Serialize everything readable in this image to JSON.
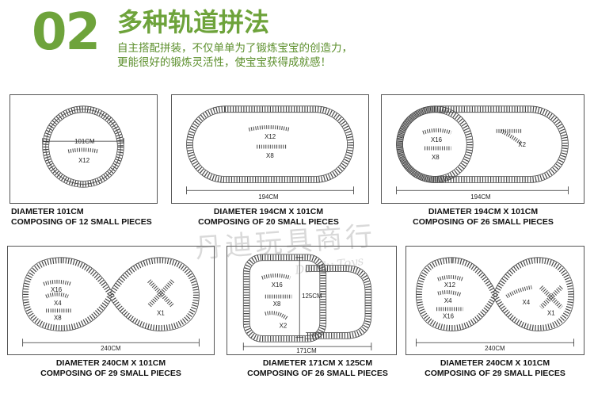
{
  "header": {
    "number": "02",
    "title": "多种轨道拼法",
    "subtitle_line1": "自主搭配拼装，不仅单单为了锻炼宝宝的创造力，",
    "subtitle_line2": "更能很好的锻炼灵活性，使宝宝获得成就感！"
  },
  "colors": {
    "accent": "#6ea33b",
    "accent_text": "#5c8f2c",
    "border": "#555555"
  },
  "layouts": [
    {
      "shape": "circle",
      "diameter_label": "DIAMETER 101CM",
      "pieces_label": "COMPOSING OF 12 SMALL PIECES",
      "dims": [
        "101CM"
      ],
      "tags": [
        "X12"
      ]
    },
    {
      "shape": "oval",
      "diameter_label": "DIAMETER 194CM X 101CM",
      "pieces_label": "COMPOSING OF 20 SMALL PIECES",
      "dims": [
        "194CM"
      ],
      "tags": [
        "X12",
        "X8"
      ]
    },
    {
      "shape": "oval-loop",
      "diameter_label": "DIAMETER 194CM X 101CM",
      "pieces_label": "COMPOSING OF 26 SMALL PIECES",
      "dims": [
        "194CM"
      ],
      "tags": [
        "X16",
        "X8",
        "X2"
      ]
    },
    {
      "shape": "figure-eight",
      "diameter_label": "DIAMETER 240CM X 101CM",
      "pieces_label": "COMPOSING OF 29 SMALL PIECES",
      "dims": [
        "240CM"
      ],
      "tags": [
        "X16",
        "X4",
        "X8",
        "X1"
      ]
    },
    {
      "shape": "double-oval",
      "diameter_label": "DIAMETER 171CM X 125CM",
      "pieces_label": "COMPOSING OF 26 SMALL PIECES",
      "dims": [
        "125CM",
        "171CM"
      ],
      "tags": [
        "X16",
        "X8",
        "X2"
      ]
    },
    {
      "shape": "figure-eight-branch",
      "diameter_label": "DIAMETER 240CM X 101CM",
      "pieces_label": "COMPOSING OF 29 SMALL PIECES",
      "dims": [
        "240CM"
      ],
      "tags": [
        "X12",
        "X4",
        "X16",
        "X4",
        "X1"
      ]
    }
  ],
  "watermark": {
    "cn": "丹迪玩具商行",
    "en": "Dandy Toys"
  }
}
